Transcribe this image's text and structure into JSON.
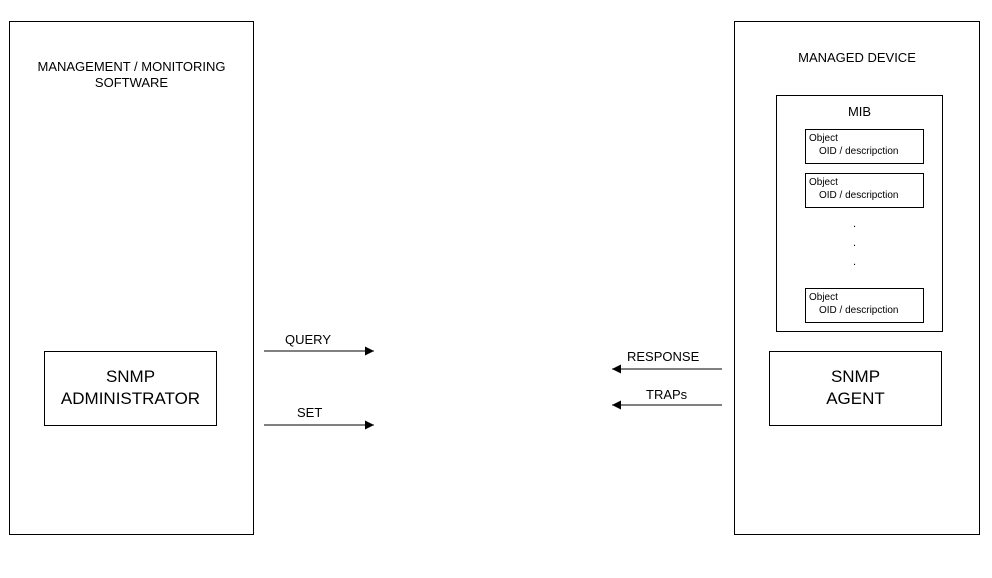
{
  "manager": {
    "title_line1": "MANAGEMENT / MONITORING",
    "title_line2": "SOFTWARE",
    "admin_line1": "SNMP",
    "admin_line2": "ADMINISTRATOR"
  },
  "device": {
    "title": "MANAGED DEVICE",
    "mib": {
      "title": "MIB",
      "objects": [
        {
          "line1": "Object",
          "line2": "OID  / descripction"
        },
        {
          "line1": "Object",
          "line2": "OID  / descripction"
        },
        {
          "line1": "Object",
          "line2": "OID  / descripction"
        }
      ],
      "ellipsis": "."
    },
    "agent_line1": "SNMP",
    "agent_line2": "AGENT"
  },
  "messages": {
    "query": "QUERY",
    "set": "SET",
    "response": "RESPONSE",
    "traps": "TRAPs"
  }
}
